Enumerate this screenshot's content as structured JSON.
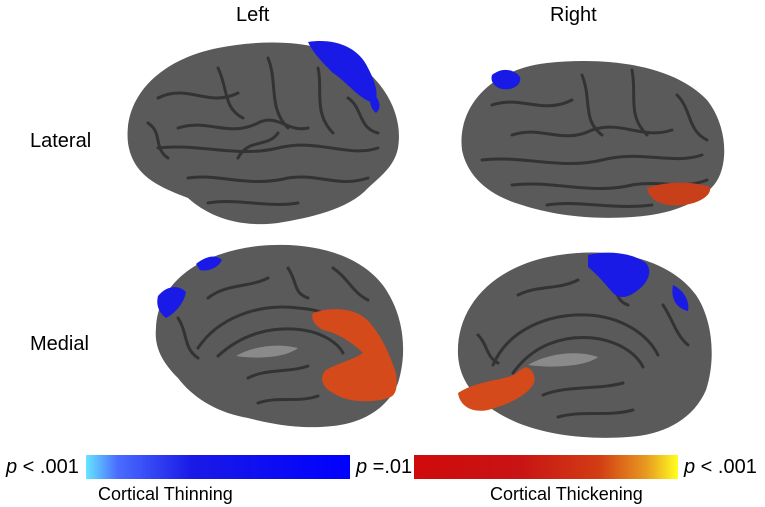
{
  "headers": {
    "left": "Left",
    "right": "Right"
  },
  "rows": {
    "lateral": "Lateral",
    "medial": "Medial"
  },
  "colors": {
    "cortex": "#585858",
    "sulci": "#3a3a3a",
    "thinning": "#1a1ae6",
    "thickening": "#d44a1a"
  },
  "legend": {
    "thinning": {
      "left_p": "p",
      "left_value": " < .001",
      "right_p": "p",
      "right_value": " =.01",
      "label": "Cortical Thinning",
      "gradient": [
        "#66e6ff",
        "#4a6cff",
        "#1a1ae6",
        "#0000ff"
      ]
    },
    "thickening": {
      "right_p": "p",
      "right_value": " < .001",
      "label": "Cortical Thickening",
      "gradient": [
        "#d00a0a",
        "#c81414",
        "#d23c14",
        "#e89a20",
        "#ffff20"
      ]
    }
  }
}
